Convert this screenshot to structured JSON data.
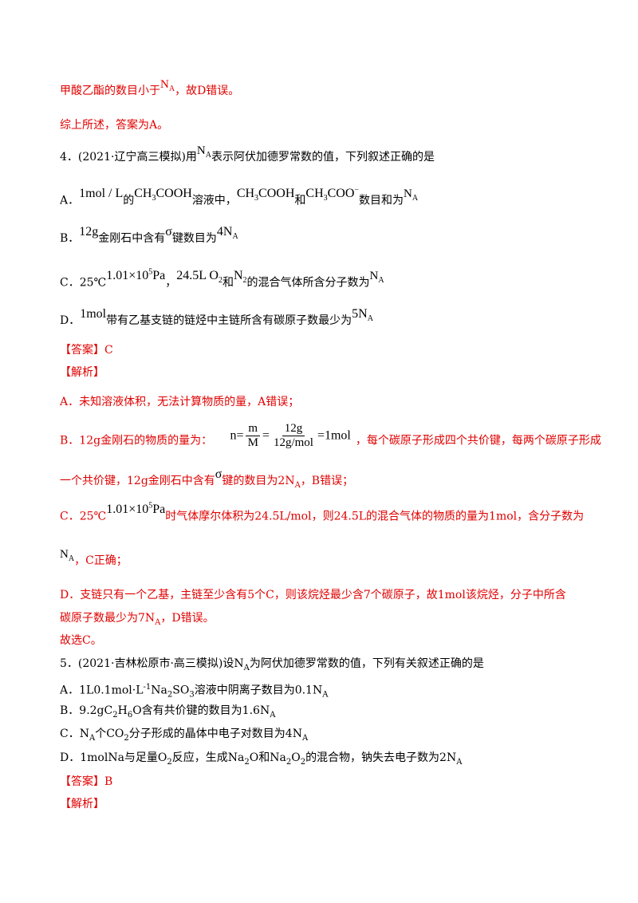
{
  "lines": {
    "l1": {
      "pre": "甲酸乙酯的数目小于",
      "na": "N",
      "na_sub": "A",
      "post": "，故D错误。"
    },
    "l2": {
      "text": "综上所述，答案为A。"
    },
    "q4": {
      "pre": "4．(2021·辽宁高三模拟)用",
      "na": "N",
      "na_sub": "A",
      "post": "表示阿伏加德罗常数的值，下列叙述正确的是"
    },
    "q4a": {
      "label": "A．",
      "m1": "1mol / L",
      "t1": "的",
      "f1": "CH",
      "f1_sub": "3",
      "f1_b": "COOH",
      "t2": "溶液中，",
      "f2": "CH",
      "f2_sub": "3",
      "f2_b": "COOH",
      "t3": "和",
      "f3": "CH",
      "f3_sub": "3",
      "f3_b": "COO",
      "f3_sup": "−",
      "t4": "数目和为",
      "na": "N",
      "na_sub": "A"
    },
    "q4b": {
      "label": "B．",
      "m1": "12g",
      "t1": "金刚石中含有",
      "sigma": "σ",
      "t2": "键数目为",
      "na": "4N",
      "na_sub": "A"
    },
    "q4c": {
      "label": "C．25℃",
      "m1": "1.01×10",
      "m1_sup": "5",
      "m1_b": "Pa",
      "t1": "，",
      "m2": "24.5L O",
      "m2_sub": "2",
      "t2": "和",
      "m3": "N",
      "m3_sub": "2",
      "t3": "的混合气体所含分子数为",
      "na": "N",
      "na_sub": "A"
    },
    "q4d": {
      "label": "D．",
      "m1": "1mol",
      "t1": "带有乙基支链的链烃中主链所含有碳原子数最少为",
      "na": "5N",
      "na_sub": "A"
    },
    "ans4": {
      "text": "【答案】C"
    },
    "jx4": {
      "text": "【解析】"
    },
    "r_a": {
      "text": "A．未知溶液体积，无法计算物质的量，A错误；"
    },
    "r_b": {
      "pre": "B．12g金刚石的物质的量为：",
      "eq_left": "n=",
      "fr1_num": "m",
      "fr1_den": "M",
      "eq_mid": "=",
      "fr2_num": "12g",
      "fr2_den": "12g/mol",
      "eq_right": "=1mol",
      "post": "，每个碳原子形成四个共价键，每两个碳原子形成"
    },
    "r_b2": {
      "pre": "一个共价键，12g金刚石中含有",
      "sigma": "σ",
      "post": "键的数目为2N",
      "post_sub": "A",
      "post2": "，B错误；"
    },
    "r_c": {
      "pre": "C．25℃",
      "m1": "1.01×10",
      "m1_sup": "5",
      "m1_b": "Pa",
      "post": "时气体摩尔体积为24.5L/mol，则24.5L的混合气体的物质的量为1mol，含分子数为"
    },
    "r_c2": {
      "na": "N",
      "na_sub": "A",
      "post": "，C正确；"
    },
    "r_d1": {
      "text": "D．支链只有一个乙基，主链至少含有5个C，则该烷烃最少含7个碳原子，故1mol该烷烃，分子中所含"
    },
    "r_d2": {
      "pre": "碳原子数最少为7N",
      "pre_sub": "A",
      "post": "，D错误。"
    },
    "sel4": {
      "text": "故选C。"
    },
    "q5": {
      "pre": "5．(2021·吉林松原市·高三模拟)设N",
      "pre_sub": "A",
      "post": "为阿伏加德罗常数的值，下列有关叙述正确的是"
    },
    "q5a": {
      "p1": "A．1L0.1mol·L",
      "p1_sup": "-1",
      "p2": "Na",
      "p2_sub": "2",
      "p3": "SO",
      "p3_sub": "3",
      "p4": "溶液中阴离子数目为0.1N",
      "p4_sub": "A"
    },
    "q5b": {
      "p1": "B．9.2gC",
      "p1_sub": "2",
      "p2": "H",
      "p2_sub": "6",
      "p3": "O含有共价键的数目为1.6N",
      "p3_sub": "A"
    },
    "q5c": {
      "p1": "C．N",
      "p1_sub": "A",
      "p2": "个CO",
      "p2_sub": "2",
      "p3": "分子形成的晶体中电子对数目为4N",
      "p3_sub": "A"
    },
    "q5d": {
      "p1": "D．1molNa与足量O",
      "p1_sub": "2",
      "p2": "反应，生成Na",
      "p2_sub": "2",
      "p3": "O和Na",
      "p3_sub": "2",
      "p4": "O",
      "p4_sub": "2",
      "p5": "的混合物，钠失去电子数为2N",
      "p5_sub": "A"
    },
    "ans5": {
      "text": "【答案】B"
    },
    "jx5": {
      "text": "【解析】"
    }
  },
  "colors": {
    "answer_red": "#e00000",
    "text_black": "#000000"
  }
}
